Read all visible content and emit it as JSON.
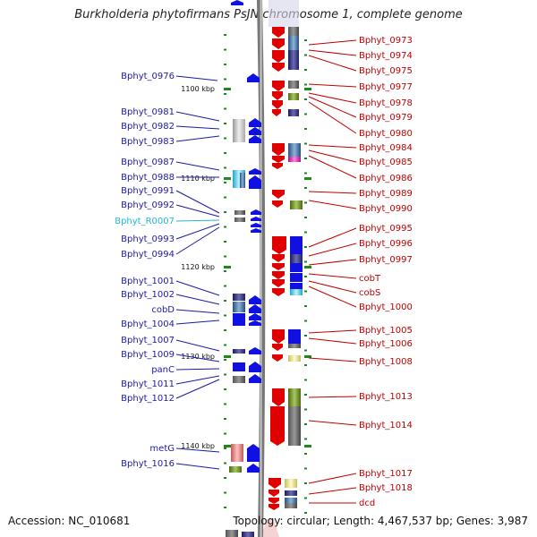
{
  "title": "Burkholderia phytofirmans PsJN chromosome 1, complete genome",
  "footer": {
    "accession": "Accession: NC_010681",
    "topology": "Topology: circular; Length: 4,467,537 bp; Genes: 3,987"
  },
  "kbp_marks": [
    "1100 kbp",
    "1110 kbp",
    "1120 kbp",
    "1130 kbp",
    "1140 kbp"
  ],
  "left_genes": [
    "Bphyt_0976",
    "Bphyt_0981",
    "Bphyt_0982",
    "Bphyt_0983",
    "Bphyt_0987",
    "Bphyt_0988",
    "Bphyt_0991",
    "Bphyt_0992",
    "Bphyt_R0007",
    "Bphyt_0993",
    "Bphyt_0994",
    "Bphyt_1001",
    "Bphyt_1002",
    "cobD",
    "Bphyt_1004",
    "Bphyt_1007",
    "Bphyt_1009",
    "panC",
    "Bphyt_1011",
    "Bphyt_1012",
    "metG",
    "Bphyt_1016"
  ],
  "right_genes": [
    "Bphyt_0973",
    "Bphyt_0974",
    "Bphyt_0975",
    "Bphyt_0977",
    "Bphyt_0978",
    "Bphyt_0979",
    "Bphyt_0980",
    "Bphyt_0984",
    "Bphyt_0985",
    "Bphyt_0986",
    "Bphyt_0989",
    "Bphyt_0990",
    "Bphyt_0995",
    "Bphyt_0996",
    "Bphyt_0997",
    "cobT",
    "cobS",
    "Bphyt_1000",
    "Bphyt_1005",
    "Bphyt_1006",
    "Bphyt_1008",
    "Bphyt_1013",
    "Bphyt_1014",
    "Bphyt_1017",
    "Bphyt_1018",
    "dcd"
  ],
  "colors": {
    "forward_strand": "#e00000",
    "reverse_strand": "#1010e0",
    "rna_label": "#22b7d8",
    "left_label": "#1a1aa6",
    "right_label": "#c00000",
    "tick": "#1e8a1e"
  }
}
